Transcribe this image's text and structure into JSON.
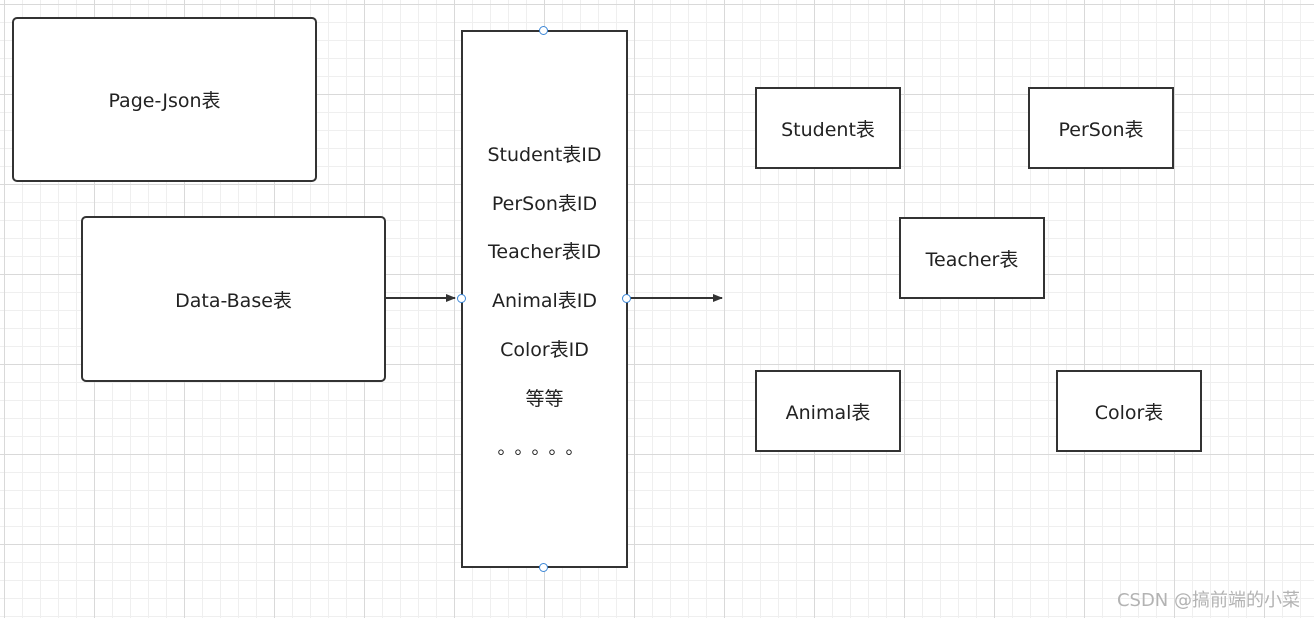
{
  "nodes": {
    "page_json": "Page-Json表",
    "data_base": "Data-Base表",
    "student": "Student表",
    "person": "PerSon表",
    "teacher": "Teacher表",
    "animal": "Animal表",
    "color": "Color表"
  },
  "id_list": {
    "items": [
      "Student表ID",
      "PerSon表ID",
      "Teacher表ID",
      "Animal表ID",
      "Color表ID",
      "等等"
    ],
    "ellipsis": "。。。。。"
  },
  "watermark": "CSDN @搞前端的小菜",
  "colors": {
    "stroke": "#333333",
    "handle": "#3b86d6",
    "grid": "#d9d9d9"
  }
}
